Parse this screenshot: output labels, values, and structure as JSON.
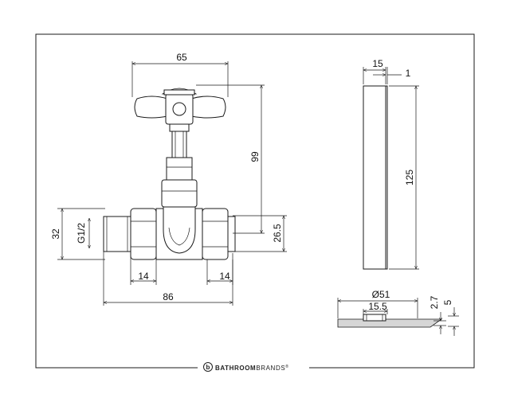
{
  "drawing": {
    "dimensions": {
      "handle_width": "65",
      "overall_height": "99",
      "inlet_thread": "G1/2",
      "inlet_height": "32",
      "centre_height": "26.5",
      "left_tail": "14",
      "right_tail": "14",
      "overall_length": "86",
      "cover_depth": "15",
      "cover_wall": "1",
      "cover_height": "125",
      "flange_diameter": "Ø51",
      "flange_inner": "15.5",
      "flange_thin": "2.7",
      "flange_thick": "5"
    },
    "brand": {
      "prefix": "BATHROOM",
      "suffix": "BRANDS",
      "mark": "®",
      "logo_letter": "b"
    }
  }
}
